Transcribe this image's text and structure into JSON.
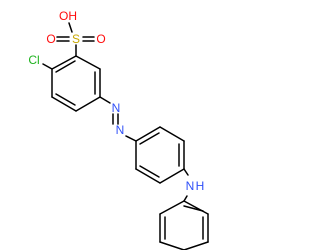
{
  "molecule": {
    "atoms": [
      {
        "id": "OH",
        "label": "OH"
      },
      {
        "id": "S",
        "label": "S"
      },
      {
        "id": "O1",
        "label": "O"
      },
      {
        "id": "O2",
        "label": "O"
      },
      {
        "id": "Cl",
        "label": "Cl"
      },
      {
        "id": "N1",
        "label": "N"
      },
      {
        "id": "N2",
        "label": "N"
      },
      {
        "id": "NH_N",
        "label": "N"
      },
      {
        "id": "NH_H",
        "label": "H"
      }
    ]
  },
  "colors": {
    "bond": "#000000",
    "oxygen": "#ff0d0d",
    "sulfur": "#c8a800",
    "chlorine": "#1fb31f",
    "nitrogen": "#3050f8",
    "background": "#ffffff"
  }
}
